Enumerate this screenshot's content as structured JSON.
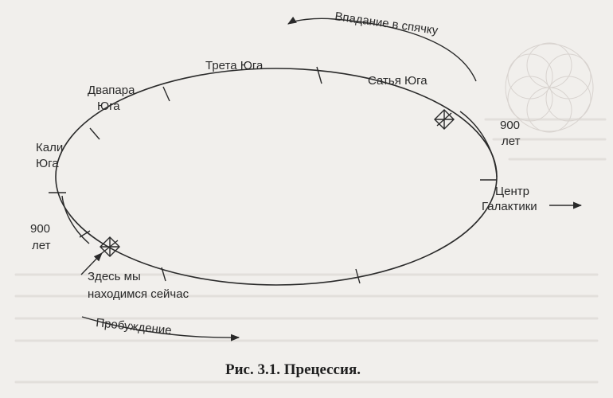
{
  "diagram": {
    "labels": {
      "hibernation": "Впадание в спячку",
      "satya": "Сатья Юга",
      "treta": "Трета Юга",
      "dvapara_1": "Двапара",
      "dvapara_2": "Юга",
      "kali_1": "Кали",
      "kali_2": "Юга",
      "years_right_1": "900",
      "years_right_2": "лет",
      "years_left_1": "900",
      "years_left_2": "лет",
      "center_1": "Центр",
      "center_2": "Галактики",
      "here_1": "Здесь мы",
      "here_2": "находимся сейчас",
      "awakening": "Пробуждение"
    },
    "caption": "Рис. 3.1. Прецессия."
  }
}
